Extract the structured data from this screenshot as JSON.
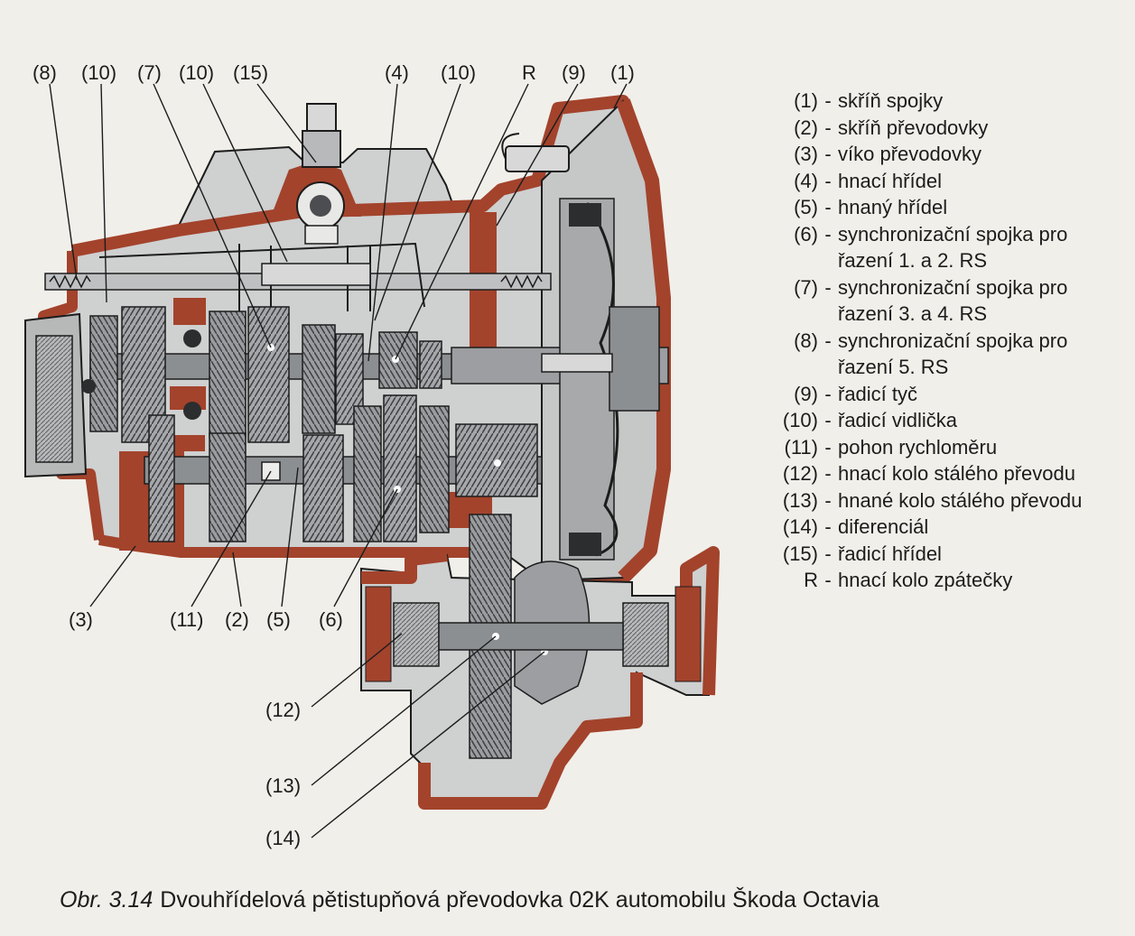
{
  "callouts": [
    {
      "id": "c8a",
      "text": "(8)"
    },
    {
      "id": "c10a",
      "text": "(10)"
    },
    {
      "id": "c7",
      "text": "(7)"
    },
    {
      "id": "c10b",
      "text": "(10)"
    },
    {
      "id": "c15",
      "text": "(15)"
    },
    {
      "id": "c4",
      "text": "(4)"
    },
    {
      "id": "c10c",
      "text": "(10)"
    },
    {
      "id": "cR",
      "text": "R"
    },
    {
      "id": "c9",
      "text": "(9)"
    },
    {
      "id": "c1",
      "text": "(1)"
    },
    {
      "id": "c3",
      "text": "(3)"
    },
    {
      "id": "c11",
      "text": "(11)"
    },
    {
      "id": "c2",
      "text": "(2)"
    },
    {
      "id": "c5",
      "text": "(5)"
    },
    {
      "id": "c6",
      "text": "(6)"
    },
    {
      "id": "c12",
      "text": "(12)"
    },
    {
      "id": "c13",
      "text": "(13)"
    },
    {
      "id": "c14",
      "text": "(14)"
    }
  ],
  "legend": [
    {
      "num": "(1)",
      "text": "skříň spojky"
    },
    {
      "num": "(2)",
      "text": "skříň převodovky"
    },
    {
      "num": "(3)",
      "text": "víko převodovky"
    },
    {
      "num": "(4)",
      "text": "hnací hřídel"
    },
    {
      "num": "(5)",
      "text": "hnaný hřídel"
    },
    {
      "num": "(6)",
      "text": "synchronizační spojka pro řazení 1. a 2. RS"
    },
    {
      "num": "(7)",
      "text": "synchronizační spojka pro řazení 3. a 4. RS"
    },
    {
      "num": "(8)",
      "text": "synchronizační spojka pro řazení 5. RS"
    },
    {
      "num": "(9)",
      "text": "řadicí tyč"
    },
    {
      "num": "(10)",
      "text": "řadicí vidlička"
    },
    {
      "num": "(11)",
      "text": "pohon rychloměru"
    },
    {
      "num": "(12)",
      "text": "hnací kolo stálého převodu"
    },
    {
      "num": "(13)",
      "text": "hnané kolo stálého převodu"
    },
    {
      "num": "(14)",
      "text": "diferenciál"
    },
    {
      "num": "(15)",
      "text": "řadicí hřídel"
    },
    {
      "num": "R",
      "text": "hnací kolo zpátečky"
    }
  ],
  "caption": {
    "label": "Obr. 3.14",
    "text": "Dvouhřídelová pětistupňová převodovka 02K automobilu Škoda Octavia"
  },
  "colors": {
    "housing": "#a3432c",
    "housing_dark": "#6e2a1a",
    "interior": "#cfd0d0",
    "steel": "#8c8f92",
    "steel_dark": "#4b4d50",
    "paper": "#f1efea"
  }
}
